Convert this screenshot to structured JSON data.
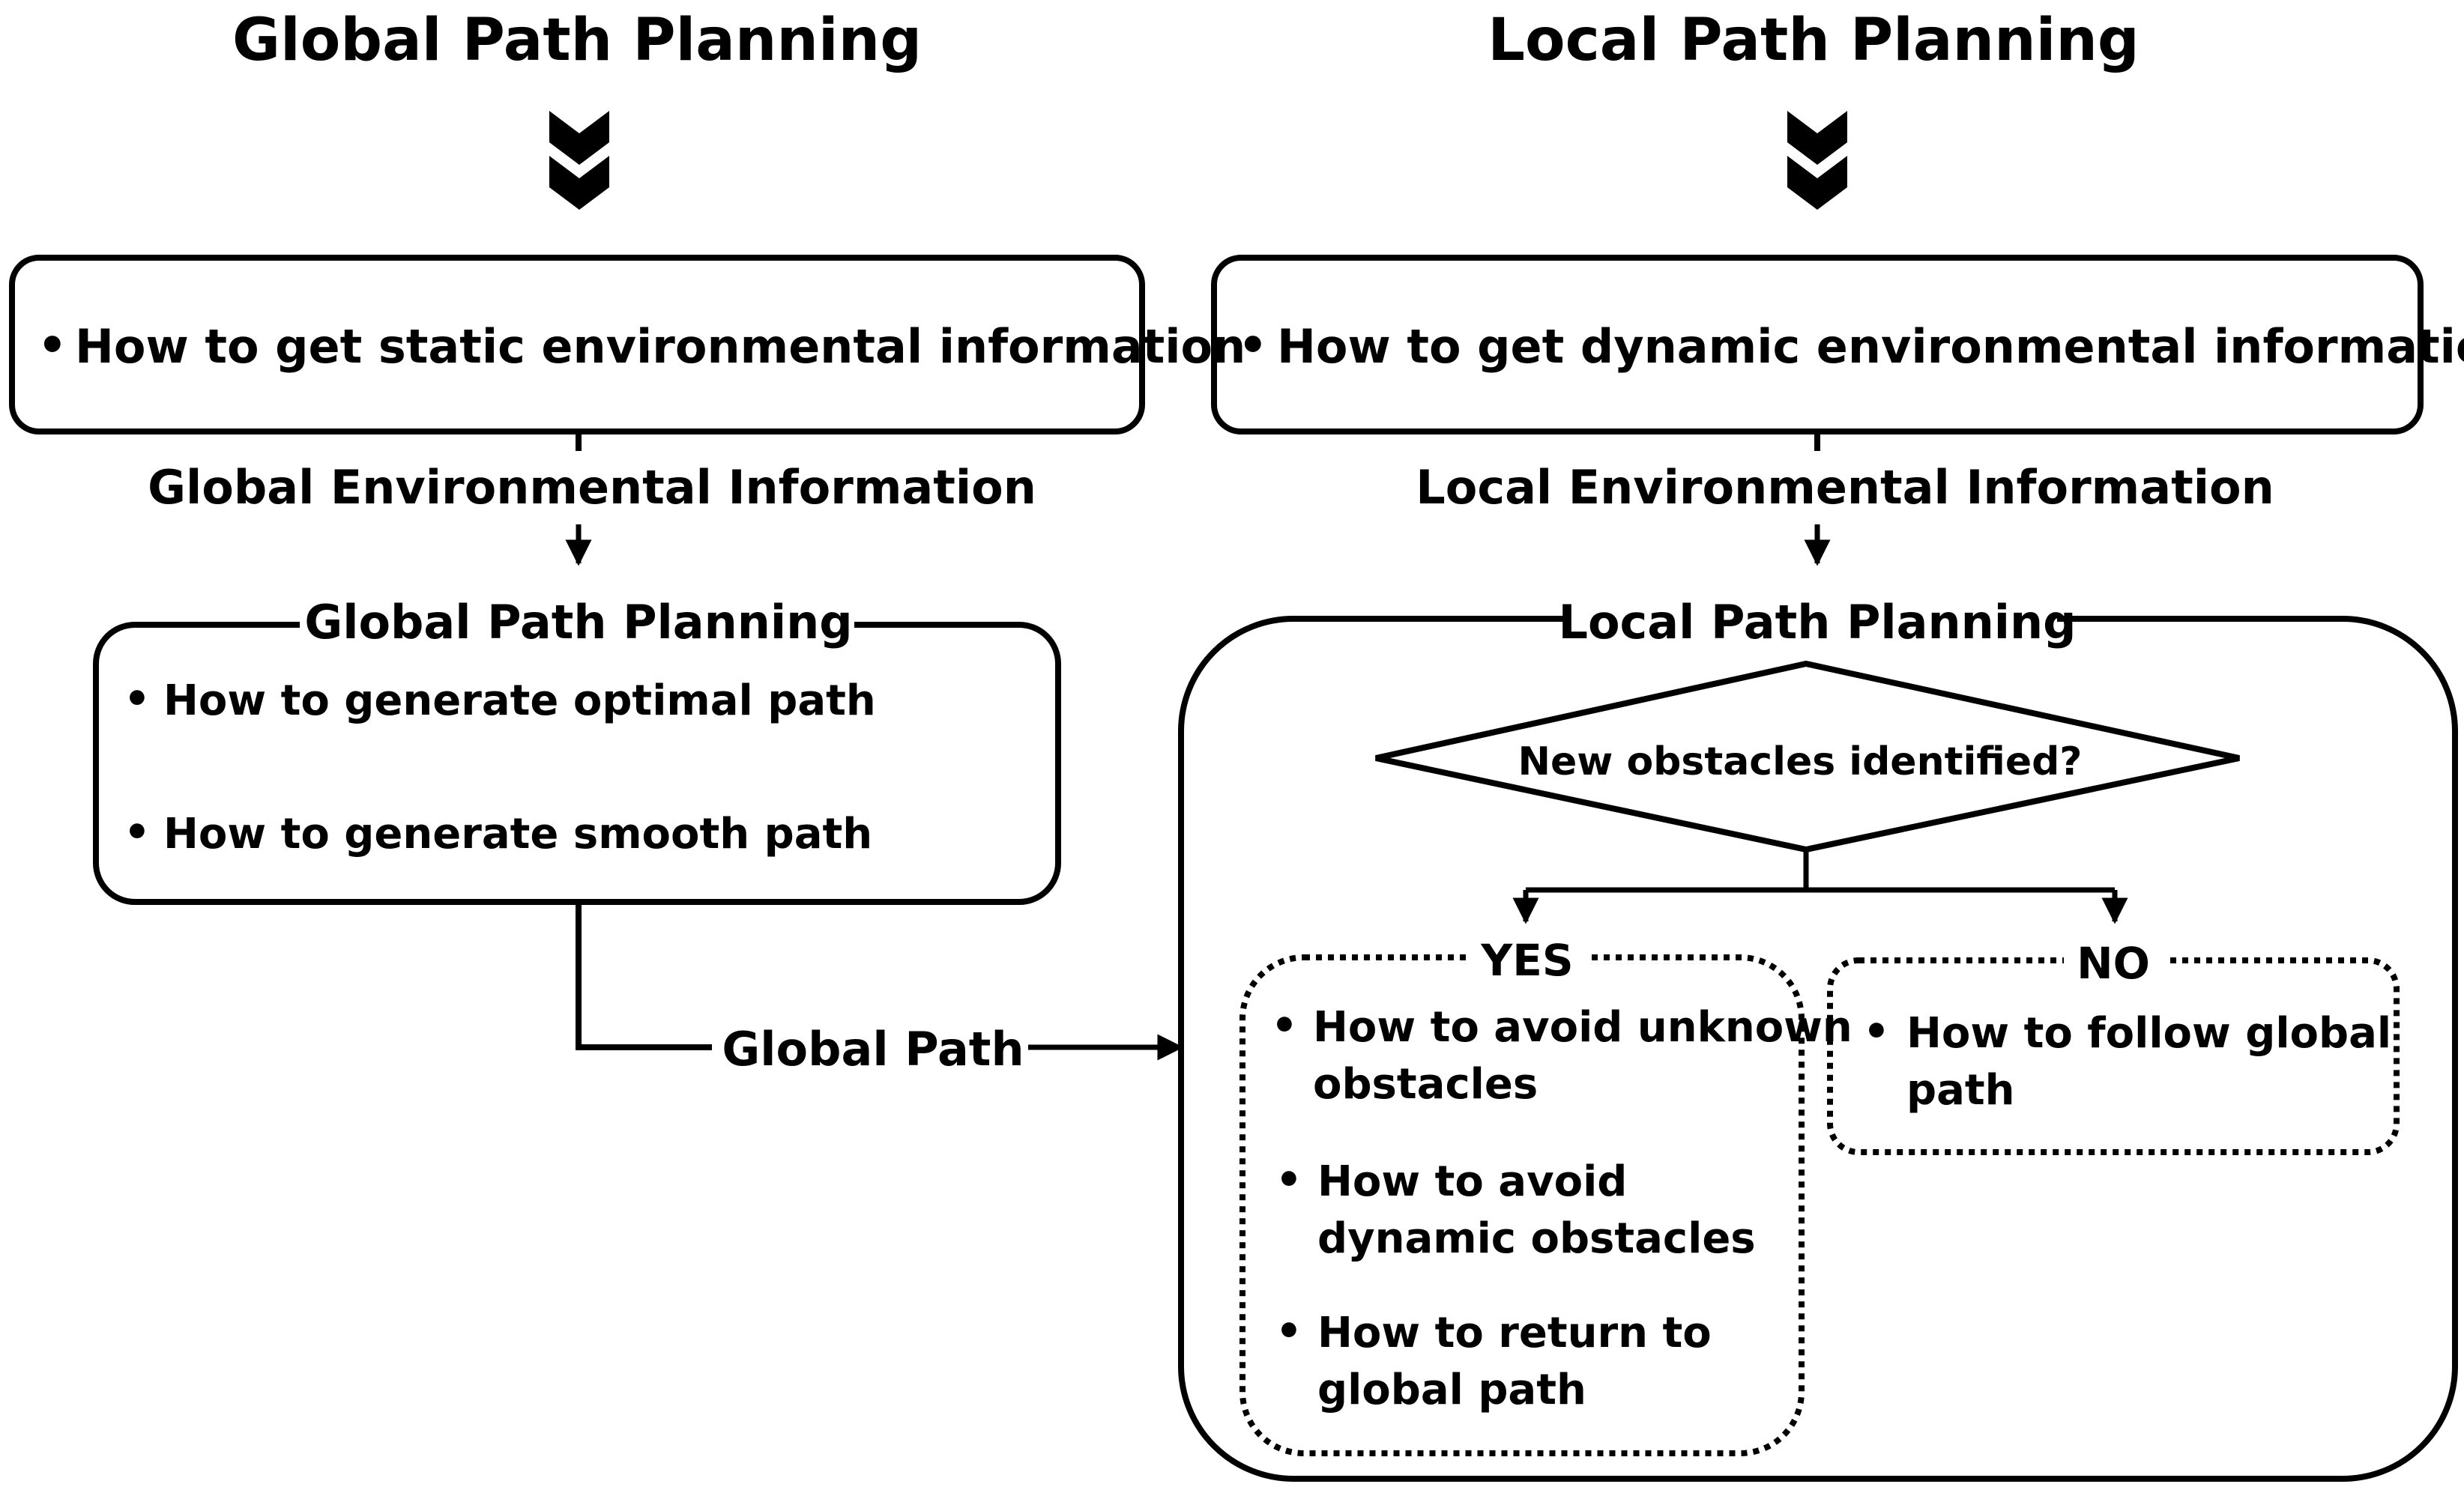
{
  "global": {
    "title": "Global Path Planning",
    "info_box_item": "How to get static environmental information",
    "info_label": "Global Environmental Information",
    "planning_title": "Global Path Planning",
    "planning_items": [
      "How to generate optimal path",
      "How to generate smooth path"
    ],
    "output_label": "Global Path"
  },
  "local": {
    "title": "Local Path Planning",
    "info_box_item": "How to get dynamic environmental information",
    "info_label": "Local Environmental Information",
    "planning_title": "Local Path Planning",
    "decision": "New obstacles identified?",
    "yes": {
      "label": "YES",
      "items": [
        [
          "How to avoid unknown",
          "obstacles"
        ],
        [
          "How to avoid",
          "dynamic obstacles"
        ],
        [
          "How to return to",
          "global path"
        ]
      ]
    },
    "no": {
      "label": "NO",
      "items": [
        [
          "How to follow global",
          "path"
        ]
      ]
    }
  },
  "bullet": "•",
  "colors": {
    "stroke": "#000000",
    "background": "#ffffff"
  }
}
